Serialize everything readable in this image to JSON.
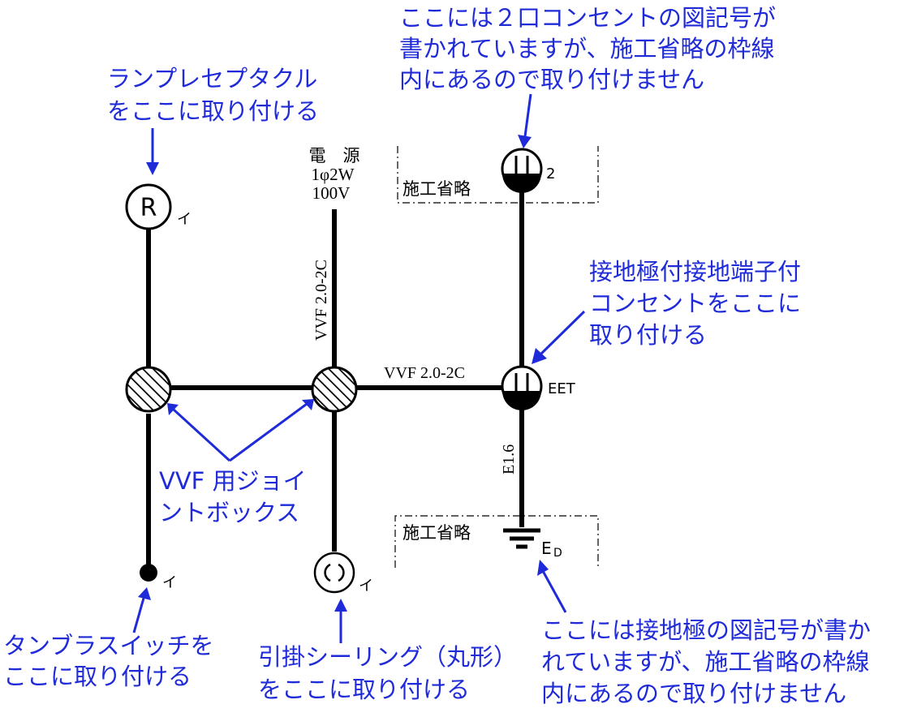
{
  "colors": {
    "annotation": "#1f2bd8",
    "wiring": "#000000",
    "background": "#ffffff"
  },
  "power_source": {
    "line1": "電　源",
    "line2": "1φ2W",
    "line3": "100V"
  },
  "cables": {
    "vertical_from_source": "VVF 2.0-2C",
    "horizontal_to_outlet": "VVF 2.0-2C",
    "earth_wire": "E1.6"
  },
  "symbols": {
    "lamp_receptacle": {
      "letter": "R",
      "subscript": "イ",
      "icon": "receptacle-circle-icon"
    },
    "tumbler_switch": {
      "subscript": "イ",
      "icon": "switch-dot-icon"
    },
    "ceiling_rosette": {
      "subscript": "イ",
      "icon": "ceiling-rosette-icon"
    },
    "double_outlet": {
      "count": "2",
      "icon": "outlet-icon"
    },
    "earth_outlet": {
      "label": "EET",
      "icon": "outlet-with-earth-terminal-icon"
    },
    "earth_electrode": {
      "label": "E",
      "subscript": "D",
      "icon": "earth-ground-icon"
    },
    "junction_box": {
      "icon": "junction-box-hatched-icon"
    }
  },
  "omission_boxes": {
    "top_label": "施工省略",
    "bottom_label": "施工省略"
  },
  "annotations": {
    "lamp": [
      "ランプレセプタクル",
      "をここに取り付ける"
    ],
    "outlet2": [
      "ここには２口コンセントの図記号が",
      "書かれていますが、施工省略の枠線",
      "内にあるので取り付けません"
    ],
    "eet": [
      "接地極付接地端子付",
      "コンセントをここに",
      "取り付ける"
    ],
    "junction": [
      "VVF 用ジョイ",
      "ントボックス"
    ],
    "switch": [
      "タンブラスイッチを",
      "ここに取り付ける"
    ],
    "ceiling": [
      "引掛シーリング（丸形）",
      "をここに取り付ける"
    ],
    "earth": [
      "ここには接地極の図記号が書か",
      "れていますが、施工省略の枠線",
      "内にあるので取り付けません"
    ]
  }
}
